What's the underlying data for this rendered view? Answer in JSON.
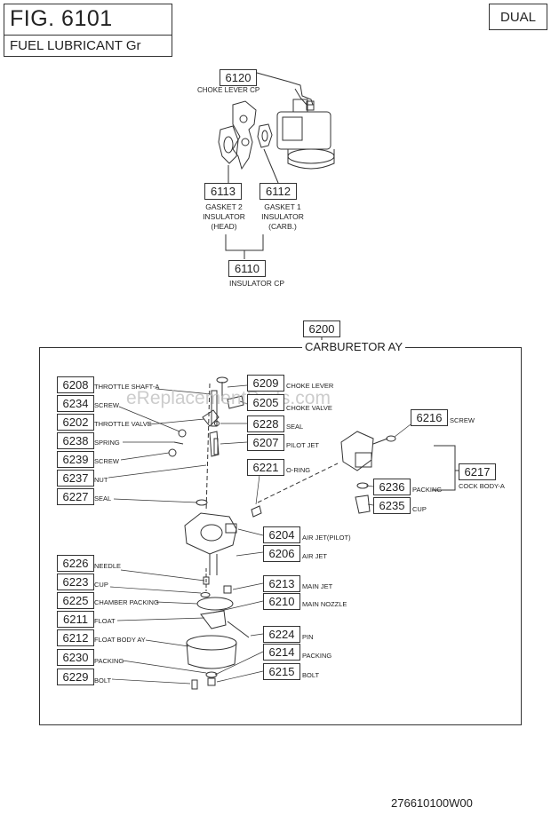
{
  "header": {
    "fig_title": "FIG. 6101",
    "fig_subtitle": "FUEL LUBRICANT Gr",
    "model_badge": "DUAL"
  },
  "watermark": "eReplacementParts.com",
  "footer": {
    "doc_number": "276610100W00"
  },
  "upper": {
    "p6120": {
      "num": "6120",
      "name": "CHOKE LEVER CP"
    },
    "p6113": {
      "num": "6113",
      "name_l1": "GASKET 2",
      "name_l2": "INSULATOR",
      "name_l3": "(HEAD)"
    },
    "p6112": {
      "num": "6112",
      "name_l1": "GASKET 1",
      "name_l2": "INSULATOR",
      "name_l3": "(CARB.)"
    },
    "p6110": {
      "num": "6110",
      "name": "INSULATOR CP"
    }
  },
  "carb": {
    "num": "6200",
    "title": "CARBURETOR AY",
    "left_parts": [
      {
        "num": "6208",
        "name": "THROTTLE SHAFT-A"
      },
      {
        "num": "6234",
        "name": "SCREW"
      },
      {
        "num": "6202",
        "name": "THROTTLE VALVE"
      },
      {
        "num": "6238",
        "name": "SPRING"
      },
      {
        "num": "6239",
        "name": "SCREW"
      },
      {
        "num": "6237",
        "name": "NUT"
      },
      {
        "num": "6227",
        "name": "SEAL"
      },
      {
        "num": "6226",
        "name": "NEEDLE"
      },
      {
        "num": "6223",
        "name": "CUP"
      },
      {
        "num": "6225",
        "name": "CHAMBER PACKING"
      },
      {
        "num": "6211",
        "name": "FLOAT"
      },
      {
        "num": "6212",
        "name": "FLOAT BODY AY"
      },
      {
        "num": "6230",
        "name": "PACKING"
      },
      {
        "num": "6229",
        "name": "BOLT"
      }
    ],
    "center_parts": [
      {
        "num": "6209",
        "name": "CHOKE LEVER"
      },
      {
        "num": "6205",
        "name": "CHOKE VALVE"
      },
      {
        "num": "6228",
        "name": "SEAL"
      },
      {
        "num": "6207",
        "name": "PILOT JET"
      },
      {
        "num": "6221",
        "name": "O-RING"
      },
      {
        "num": "6204",
        "name": "AIR JET(PILOT)"
      },
      {
        "num": "6206",
        "name": "AIR JET"
      },
      {
        "num": "6213",
        "name": "MAIN JET"
      },
      {
        "num": "6210",
        "name": "MAIN NOZZLE"
      },
      {
        "num": "6224",
        "name": "PIN"
      },
      {
        "num": "6214",
        "name": "PACKING"
      },
      {
        "num": "6215",
        "name": "BOLT"
      }
    ],
    "right_parts": [
      {
        "num": "6216",
        "name": "SCREW"
      },
      {
        "num": "6217",
        "name": "COCK BODY-A"
      },
      {
        "num": "6236",
        "name": "PACKING"
      },
      {
        "num": "6235",
        "name": "CUP"
      }
    ]
  }
}
